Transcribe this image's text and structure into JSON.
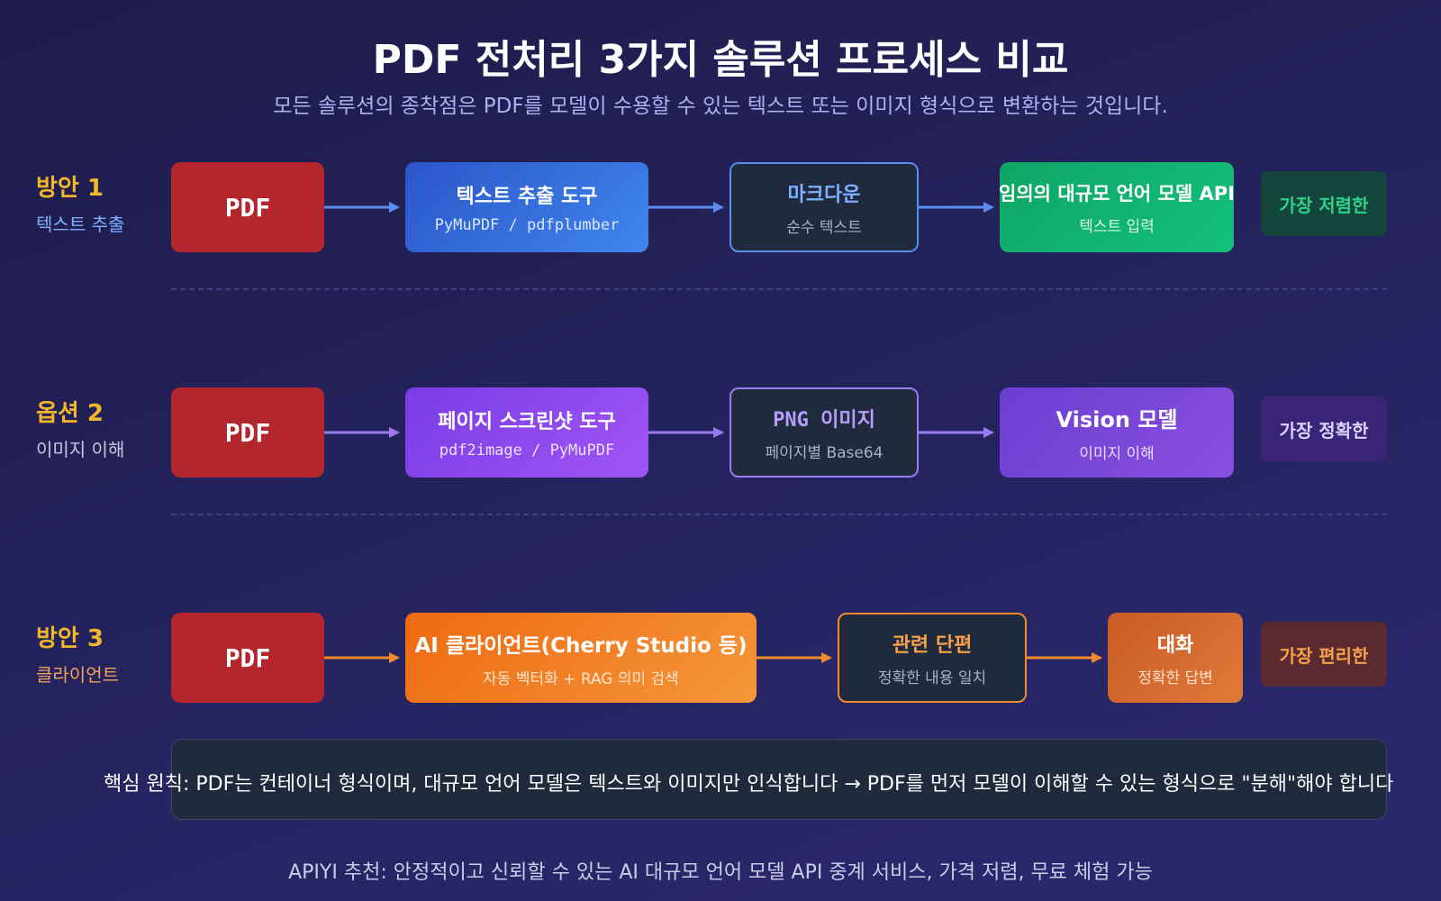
{
  "title": "PDF 전처리 3가지 솔루션 프로세스 비교",
  "subtitle": "모든 솔루션의 종착점은 PDF를 모델이 수용할 수 있는 텍스트 또는 이미지 형식으로 변환하는 것입니다.",
  "rows": [
    {
      "label": "방안 1",
      "sublabel": "텍스트 추출",
      "pdf": "PDF",
      "step1": {
        "title": "텍스트 추출 도구",
        "sub": "PyMuPDF / pdfplumber"
      },
      "step2": {
        "title": "마크다운",
        "sub": "순수 텍스트"
      },
      "step3": {
        "title": "임의의 대규모 언어 모델 API",
        "sub": "텍스트 입력"
      },
      "badge": "가장 저렴한"
    },
    {
      "label": "옵션 2",
      "sublabel": "이미지 이해",
      "pdf": "PDF",
      "step1": {
        "title": "페이지 스크린샷 도구",
        "sub": "pdf2image / PyMuPDF"
      },
      "step2": {
        "title": "PNG 이미지",
        "sub": "페이지별 Base64"
      },
      "step3": {
        "title": "Vision 모델",
        "sub": "이미지 이해"
      },
      "badge": "가장 정확한"
    },
    {
      "label": "방안 3",
      "sublabel": "클라이언트",
      "pdf": "PDF",
      "step1": {
        "title": "AI 클라이언트(Cherry Studio 등)",
        "sub": "자동 벡터화 + RAG 의미 검색"
      },
      "step2": {
        "title": "관련 단편",
        "sub": "정확한 내용 일치"
      },
      "step3": {
        "title": "대화",
        "sub": "정확한 답변"
      },
      "badge": "가장 편리한"
    }
  ],
  "principle": "핵심 원칙: PDF는 컨테이너 형식이며, 대규모 언어 모델은 텍스트와 이미지만 인식합니다 → PDF를 먼저 모델이 이해할 수 있는 형식으로 \"분해\"해야 합니다",
  "footer": "APIYI 추천: 안정적이고 신뢰할 수 있는 AI 대규모 언어 모델 API 중계 서비스, 가격 저렴, 무료 체험 가능",
  "colors": {
    "row1_arrow": "#5b8def",
    "row2_arrow": "#9b7bf2",
    "row3_arrow": "#f08a2c",
    "pdf_red": "#b3262e",
    "label_yellow": "#f2b62b"
  }
}
